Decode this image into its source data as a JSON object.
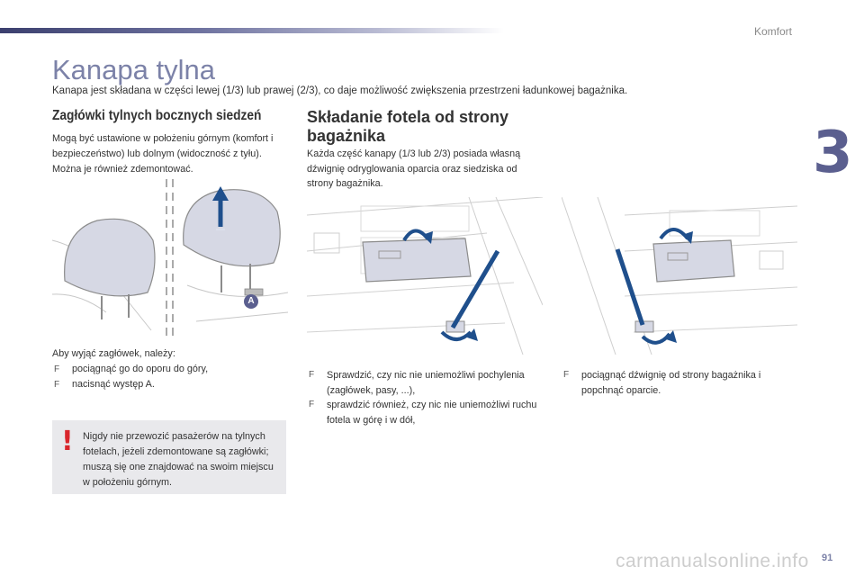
{
  "header": {
    "section_label": "Komfort",
    "chapter_number": "3"
  },
  "page": {
    "title": "Kanapa tylna",
    "intro": "Kanapa jest składana w części lewej (1/3) lub prawej (2/3), co daje możliwość zwiększenia przestrzeni ładunkowej bagażnika.",
    "page_number": "91"
  },
  "left": {
    "heading": "Zagłówki tylnych bocznych siedzeń",
    "paragraph": "Mogą być ustawione w położeniu górnym (komfort i bezpieczeństwo) lub dolnym (widoczność z tyłu). Można je również zdemontować.",
    "figure_label": "A",
    "remove_intro": "Aby wyjąć zagłówek, należy:",
    "steps": [
      "pociągnąć go do oporu do góry,",
      "nacisnąć występ A."
    ],
    "warning_mark": "!",
    "warning": "Nigdy nie przewozić pasażerów na tylnych fotelach, jeżeli zdemontowane są zagłówki; muszą się one znajdować na swoim miejscu w położeniu górnym."
  },
  "middle": {
    "heading": "Składanie fotela od strony bagażnika",
    "paragraph": "Każda część kanapy (1/3 lub 2/3) posiada własną dźwignię odryglowania oparcia oraz siedziska od strony bagażnika.",
    "steps": [
      "Sprawdzić, czy nic nie uniemożliwi pochylenia (zagłówek, pasy, ...),",
      "sprawdzić również, czy nic nie uniemożliwi ruchu fotela w górę i w dół,"
    ]
  },
  "right": {
    "steps": [
      "pociągnąć dźwignię od strony bagażnika i popchnąć oparcie."
    ]
  },
  "bullet_glyph": "F",
  "watermark": "carmanualsonline.info",
  "colors": {
    "title": "#7c82a8",
    "chapter": "#5b5f8f",
    "warning": "#d9262c",
    "warning_bg": "#e9e9ec",
    "figure_accent": "#1f4f8c"
  }
}
